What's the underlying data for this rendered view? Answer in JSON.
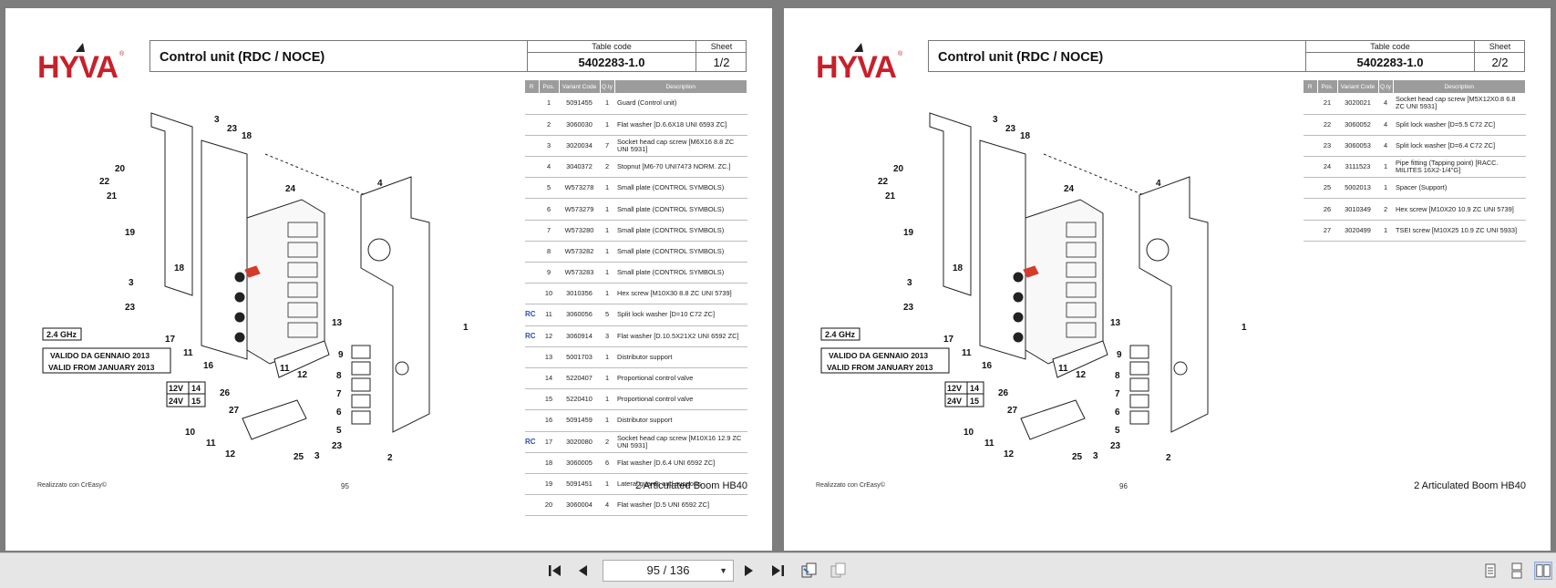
{
  "viewer": {
    "page_indicator": "95 / 136",
    "icons": {
      "first": "first-page-icon",
      "prev": "previous-page-icon",
      "next": "next-page-icon",
      "last": "last-page-icon",
      "fit": "fit-page-icon",
      "fit2": "fit-width-icon",
      "single": "single-page-icon",
      "continuous": "continuous-page-icon",
      "two_page": "two-page-icon"
    }
  },
  "left_page": {
    "logo": "HYVA",
    "title": "Control unit (RDC / NOCE)",
    "table_code_label": "Table code",
    "table_code": "5402283-1.0",
    "sheet_label": "Sheet",
    "sheet": "1/2",
    "columns": [
      "R",
      "Pos.",
      "Variant Code",
      "Q.ty",
      "Description"
    ],
    "rows": [
      {
        "r": "",
        "pos": "1",
        "code": "5091455",
        "qty": "1",
        "desc": "Guard (Control unit)"
      },
      {
        "r": "",
        "pos": "2",
        "code": "3060030",
        "qty": "1",
        "desc": "Flat washer  [D.6.6X18 UNI 6593 ZC]"
      },
      {
        "r": "",
        "pos": "3",
        "code": "3020034",
        "qty": "7",
        "desc": "Socket head cap screw  [M6X16 8.8 ZC UNI 5931]"
      },
      {
        "r": "",
        "pos": "4",
        "code": "3040372",
        "qty": "2",
        "desc": "Stopnut  [M6-70 UNI7473 NORM. ZC.]"
      },
      {
        "r": "",
        "pos": "5",
        "code": "W573278",
        "qty": "1",
        "desc": "Small plate (CONTROL SYMBOLS)"
      },
      {
        "r": "",
        "pos": "6",
        "code": "W573279",
        "qty": "1",
        "desc": "Small plate (CONTROL SYMBOLS)"
      },
      {
        "r": "",
        "pos": "7",
        "code": "W573280",
        "qty": "1",
        "desc": "Small plate (CONTROL SYMBOLS)"
      },
      {
        "r": "",
        "pos": "8",
        "code": "W573282",
        "qty": "1",
        "desc": "Small plate (CONTROL SYMBOLS)"
      },
      {
        "r": "",
        "pos": "9",
        "code": "W573283",
        "qty": "1",
        "desc": "Small plate (CONTROL SYMBOLS)"
      },
      {
        "r": "",
        "pos": "10",
        "code": "3010356",
        "qty": "1",
        "desc": "Hex screw  [M10X30 8.8 ZC UNI 5739]"
      },
      {
        "r": "RC",
        "pos": "11",
        "code": "3060056",
        "qty": "5",
        "desc": "Split lock washer  [D=10 C72 ZC]"
      },
      {
        "r": "RC",
        "pos": "12",
        "code": "3060914",
        "qty": "3",
        "desc": "Flat washer  [D.10.5X21X2 UNI 6592 ZC]"
      },
      {
        "r": "",
        "pos": "13",
        "code": "5001703",
        "qty": "1",
        "desc": "Distributor support"
      },
      {
        "r": "",
        "pos": "14",
        "code": "5220407",
        "qty": "1",
        "desc": "Proportional control valve"
      },
      {
        "r": "",
        "pos": "15",
        "code": "5220410",
        "qty": "1",
        "desc": "Proportional control valve"
      },
      {
        "r": "",
        "pos": "16",
        "code": "5091459",
        "qty": "1",
        "desc": "Distributor support"
      },
      {
        "r": "RC",
        "pos": "17",
        "code": "3020080",
        "qty": "2",
        "desc": "Socket head cap screw [M10X16 12.9 ZC UNI 5931]"
      },
      {
        "r": "",
        "pos": "18",
        "code": "3060005",
        "qty": "6",
        "desc": "Flat washer  [D.6.4 UNI 6592 ZC]"
      },
      {
        "r": "",
        "pos": "19",
        "code": "5091451",
        "qty": "1",
        "desc": "Lateral guards and supports"
      },
      {
        "r": "",
        "pos": "20",
        "code": "3060004",
        "qty": "4",
        "desc": "Flat washer  [D.5 UNI 6592 ZC]"
      }
    ],
    "footer_left": "Realizzato con CrEasy©",
    "page_number": "95",
    "footer_right": "2 Articulated Boom HB40"
  },
  "right_page": {
    "logo": "HYVA",
    "title": "Control unit (RDC / NOCE)",
    "table_code_label": "Table code",
    "table_code": "5402283-1.0",
    "sheet_label": "Sheet",
    "sheet": "2/2",
    "columns": [
      "R",
      "Pos.",
      "Variant Code",
      "Q.ty",
      "Description"
    ],
    "rows": [
      {
        "r": "",
        "pos": "21",
        "code": "3020021",
        "qty": "4",
        "desc": "Socket head cap screw [M5X12X0.8 6.8 ZC UNI 5931]"
      },
      {
        "r": "",
        "pos": "22",
        "code": "3060052",
        "qty": "4",
        "desc": "Split lock washer  [D=5.5 C72 ZC]"
      },
      {
        "r": "",
        "pos": "23",
        "code": "3060053",
        "qty": "4",
        "desc": "Split lock washer  [D=6.4 C72 ZC]"
      },
      {
        "r": "",
        "pos": "24",
        "code": "3111523",
        "qty": "1",
        "desc": "Pipe fitting (Tapping point) [RACC. MILITES 16X2-1/4\"G]"
      },
      {
        "r": "",
        "pos": "25",
        "code": "5002013",
        "qty": "1",
        "desc": "Spacer (Support)"
      },
      {
        "r": "",
        "pos": "26",
        "code": "3010349",
        "qty": "2",
        "desc": "Hex screw  [M10X20 10.9 ZC UNI 5739]"
      },
      {
        "r": "",
        "pos": "27",
        "code": "3020499",
        "qty": "1",
        "desc": "TSEI screw  [M10X25 10.9 ZC UNI 5933]"
      }
    ],
    "footer_left": "Realizzato con CrEasy©",
    "page_number": "96",
    "footer_right": "2 Articulated Boom HB40"
  },
  "drawing": {
    "frequency": "2.4 GHz",
    "valid_it": "VALIDO  DA GENNAIO 2013",
    "valid_en": "VALID FROM JANUARY 2013",
    "voltage_12": "12V",
    "voltage_24": "24V",
    "ref_14": "14",
    "ref_15": "15",
    "callouts": [
      "1",
      "2",
      "3",
      "4",
      "5",
      "6",
      "7",
      "8",
      "9",
      "10",
      "11",
      "12",
      "13",
      "16",
      "17",
      "18",
      "19",
      "20",
      "21",
      "22",
      "23",
      "24",
      "25",
      "26",
      "27"
    ]
  }
}
